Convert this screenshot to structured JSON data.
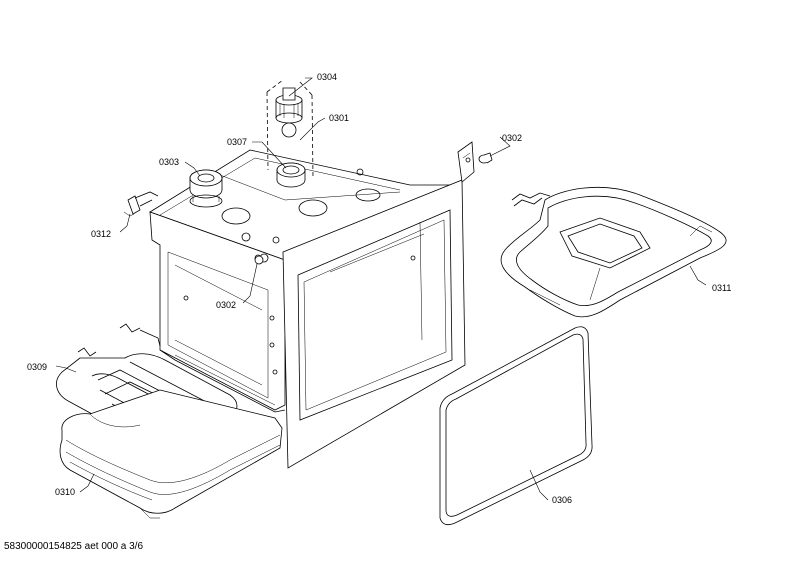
{
  "diagram": {
    "footer_text": "58300000154825 aet 000 a 3/6",
    "parts": [
      {
        "id": "p0301",
        "label": "0301"
      },
      {
        "id": "p0302a",
        "label": "0302"
      },
      {
        "id": "p0302b",
        "label": "0302"
      },
      {
        "id": "p0303",
        "label": "0303"
      },
      {
        "id": "p0304",
        "label": "0304"
      },
      {
        "id": "p0306",
        "label": "0306"
      },
      {
        "id": "p0307",
        "label": "0307"
      },
      {
        "id": "p0309",
        "label": "0309"
      },
      {
        "id": "p0310",
        "label": "0310"
      },
      {
        "id": "p0311",
        "label": "0311"
      },
      {
        "id": "p0312",
        "label": "0312"
      }
    ]
  }
}
